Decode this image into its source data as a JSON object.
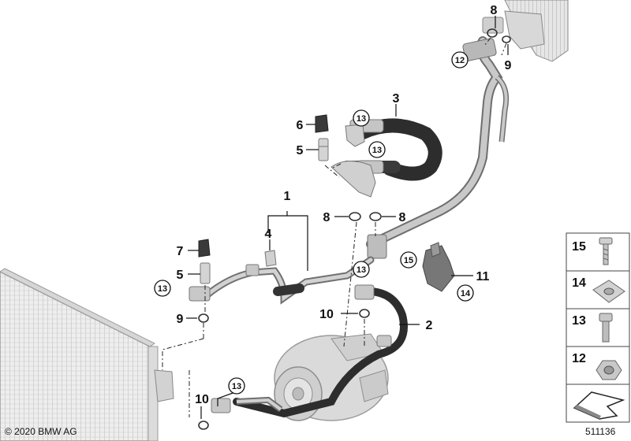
{
  "callouts": {
    "c1": "1",
    "c2": "2",
    "c3": "3",
    "c4": "4",
    "c5a": "5",
    "c5b": "5",
    "c6": "6",
    "c7": "7",
    "c8a": "8",
    "c8b": "8",
    "c8c": "8",
    "c9a": "9",
    "c9b": "9",
    "c10a": "10",
    "c10b": "10",
    "c11": "11"
  },
  "circled": {
    "r12": "12",
    "r13a": "13",
    "r13b": "13",
    "r13c": "13",
    "r13d": "13",
    "r13e": "13",
    "r14": "14",
    "r15": "15"
  },
  "legend": {
    "items": [
      {
        "label": "15",
        "icon": "screw-icon"
      },
      {
        "label": "14",
        "icon": "nut-plate-icon"
      },
      {
        "label": "13",
        "icon": "bolt-icon"
      },
      {
        "label": "12",
        "icon": "hex-nut-icon"
      }
    ],
    "arrow_icon": "direction-arrow-icon"
  },
  "footer": {
    "copyright": "© 2020 BMW AG",
    "ref": "511136"
  }
}
